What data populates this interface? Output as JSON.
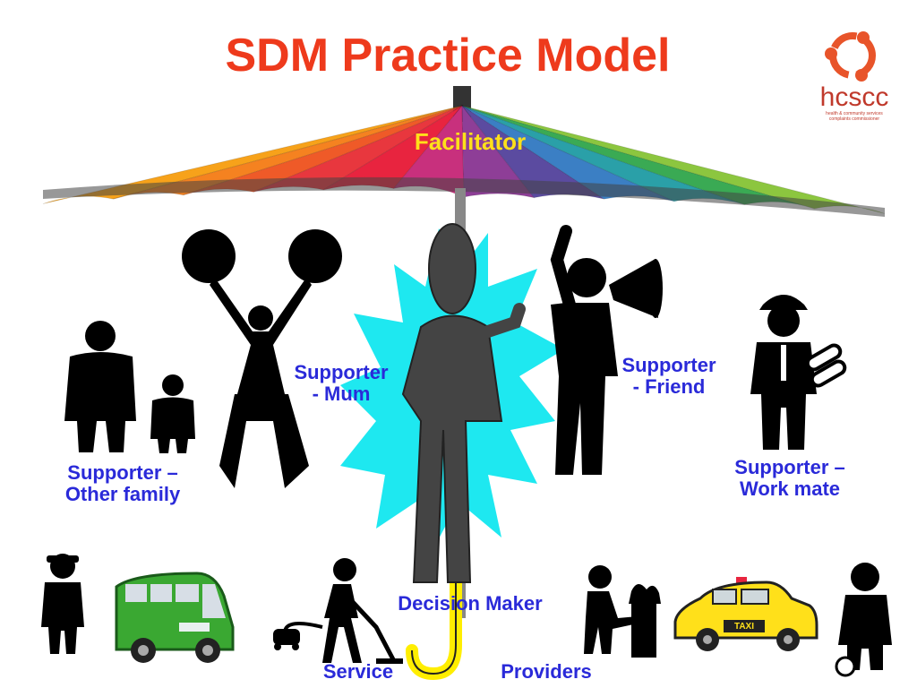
{
  "title": "SDM Practice Model",
  "umbrella_label": "Facilitator",
  "center_label": "Decision Maker",
  "supporters": {
    "mum": [
      "Supporter",
      "- Mum"
    ],
    "friend": [
      "Supporter",
      "- Friend"
    ],
    "other_family": [
      "Supporter –",
      "Other family"
    ],
    "work_mate": [
      "Supporter –",
      "Work mate"
    ]
  },
  "service_providers": {
    "left_word": "Service",
    "right_word": "Providers"
  },
  "logo": {
    "name": "hcscc",
    "tagline": "health & community services complaints commissioner"
  },
  "taxi_sign": "TAXI",
  "colors": {
    "title": "#ee3a1c",
    "facilitator": "#ffe01a",
    "labels": "#2a2ad9",
    "burst": "#1ee8f0",
    "handle": "#ffee00",
    "logo": "#e8542a"
  },
  "umbrella_colors": [
    "#f7a21a",
    "#f58220",
    "#ef5a28",
    "#e8373e",
    "#e8243f",
    "#c8307d",
    "#8e3e97",
    "#5b4ba0",
    "#3b7fc4",
    "#2aa0a8",
    "#3aaa54",
    "#8cc63f"
  ]
}
